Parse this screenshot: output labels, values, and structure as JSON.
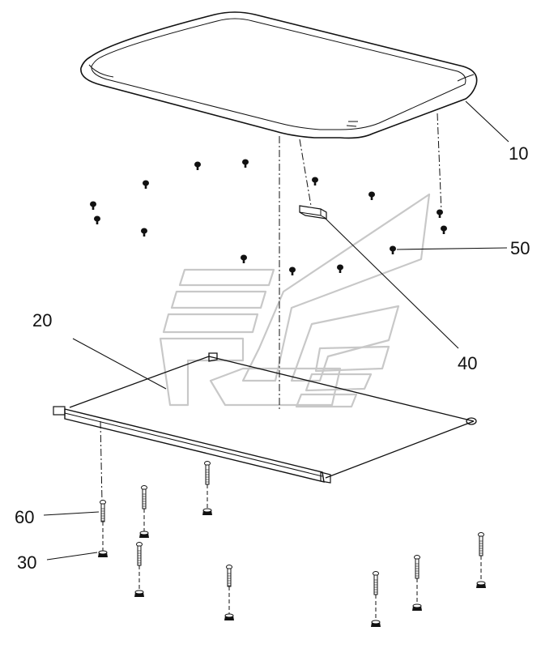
{
  "callouts": [
    {
      "id": "callout-10",
      "label": "10"
    },
    {
      "id": "callout-20",
      "label": "20"
    },
    {
      "id": "callout-30",
      "label": "30"
    },
    {
      "id": "callout-40",
      "label": "40"
    },
    {
      "id": "callout-50",
      "label": "50"
    },
    {
      "id": "callout-60",
      "label": "60"
    }
  ],
  "colors": {
    "line": "#111111",
    "watermark": "#c8c8c8",
    "background": "#ffffff"
  }
}
